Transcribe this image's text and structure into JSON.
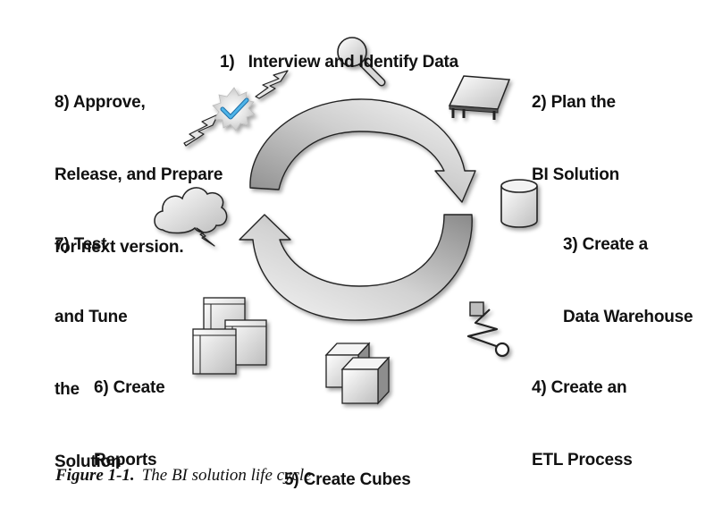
{
  "steps": [
    {
      "lines": [
        "1)   Interview and Identify Data"
      ],
      "icon": "magnifier-icon"
    },
    {
      "lines": [
        "2) Plan the",
        "BI Solution"
      ],
      "icon": "table-icon"
    },
    {
      "lines": [
        "3) Create a",
        "Data Warehouse"
      ],
      "icon": "database-cylinder-icon"
    },
    {
      "lines": [
        "4) Create an",
        "ETL Process"
      ],
      "icon": "etl-flow-icon"
    },
    {
      "lines": [
        "5) Create Cubes"
      ],
      "icon": "cubes-icon"
    },
    {
      "lines": [
        "6) Create",
        "Reports"
      ],
      "icon": "reports-windows-icon"
    },
    {
      "lines": [
        "7) Test",
        "and Tune",
        "the",
        "Solution"
      ],
      "icon": "storm-cloud-icon"
    },
    {
      "lines": [
        "8) Approve,",
        "Release, and Prepare",
        "for next version."
      ],
      "icon": "approval-checkmark-icon"
    }
  ],
  "caption": {
    "number": "Figure 1-1.",
    "text": "The BI solution life cycle"
  },
  "colors": {
    "arrow_light": "#f4f4f4",
    "arrow_dark": "#8a8a8a",
    "icon_gray": "#d0d0d0",
    "check_blue": "#3aa0d8"
  }
}
